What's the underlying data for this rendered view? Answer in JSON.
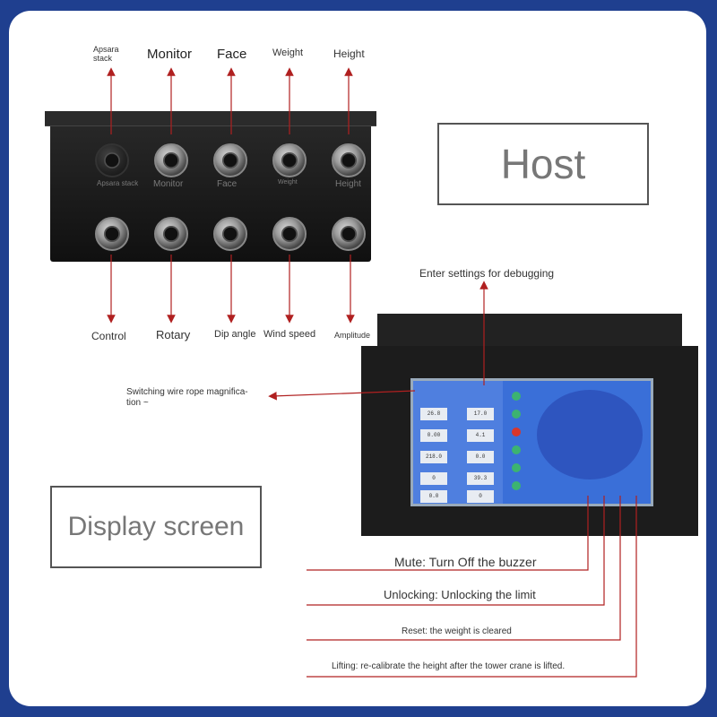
{
  "colors": {
    "background": "#1f3f8f",
    "arrow": "#b02020",
    "panel": "#ffffff"
  },
  "host_top_labels": [
    "Apsara stack",
    "Monitor",
    "Face",
    "Weight",
    "Height"
  ],
  "host_bottom_labels": [
    "Control",
    "Rotary",
    "Dip angle",
    "Wind speed",
    "Amplitude"
  ],
  "host_etched": [
    "Apsara stack",
    "Monitor",
    "Face",
    "Weight",
    "Height"
  ],
  "host_box_label": "Host",
  "display_box_label": "Display screen",
  "annotations": {
    "settings": "Enter settings for debugging",
    "switching": "Switching wire rope magnifica-\ntion ~",
    "mute": "Mute: Turn Off the buzzer",
    "unlocking": "Unlocking: Unlocking the limit",
    "reset": "Reset: the weight is cleared",
    "lifting": "Lifting: re-calibrate the height after the tower crane is lifted."
  },
  "screen": {
    "values": [
      "26.8",
      "17.0",
      "0.00",
      "4.1",
      "218.0",
      "0.0",
      "0",
      "39.3",
      "0.0",
      "0"
    ]
  }
}
